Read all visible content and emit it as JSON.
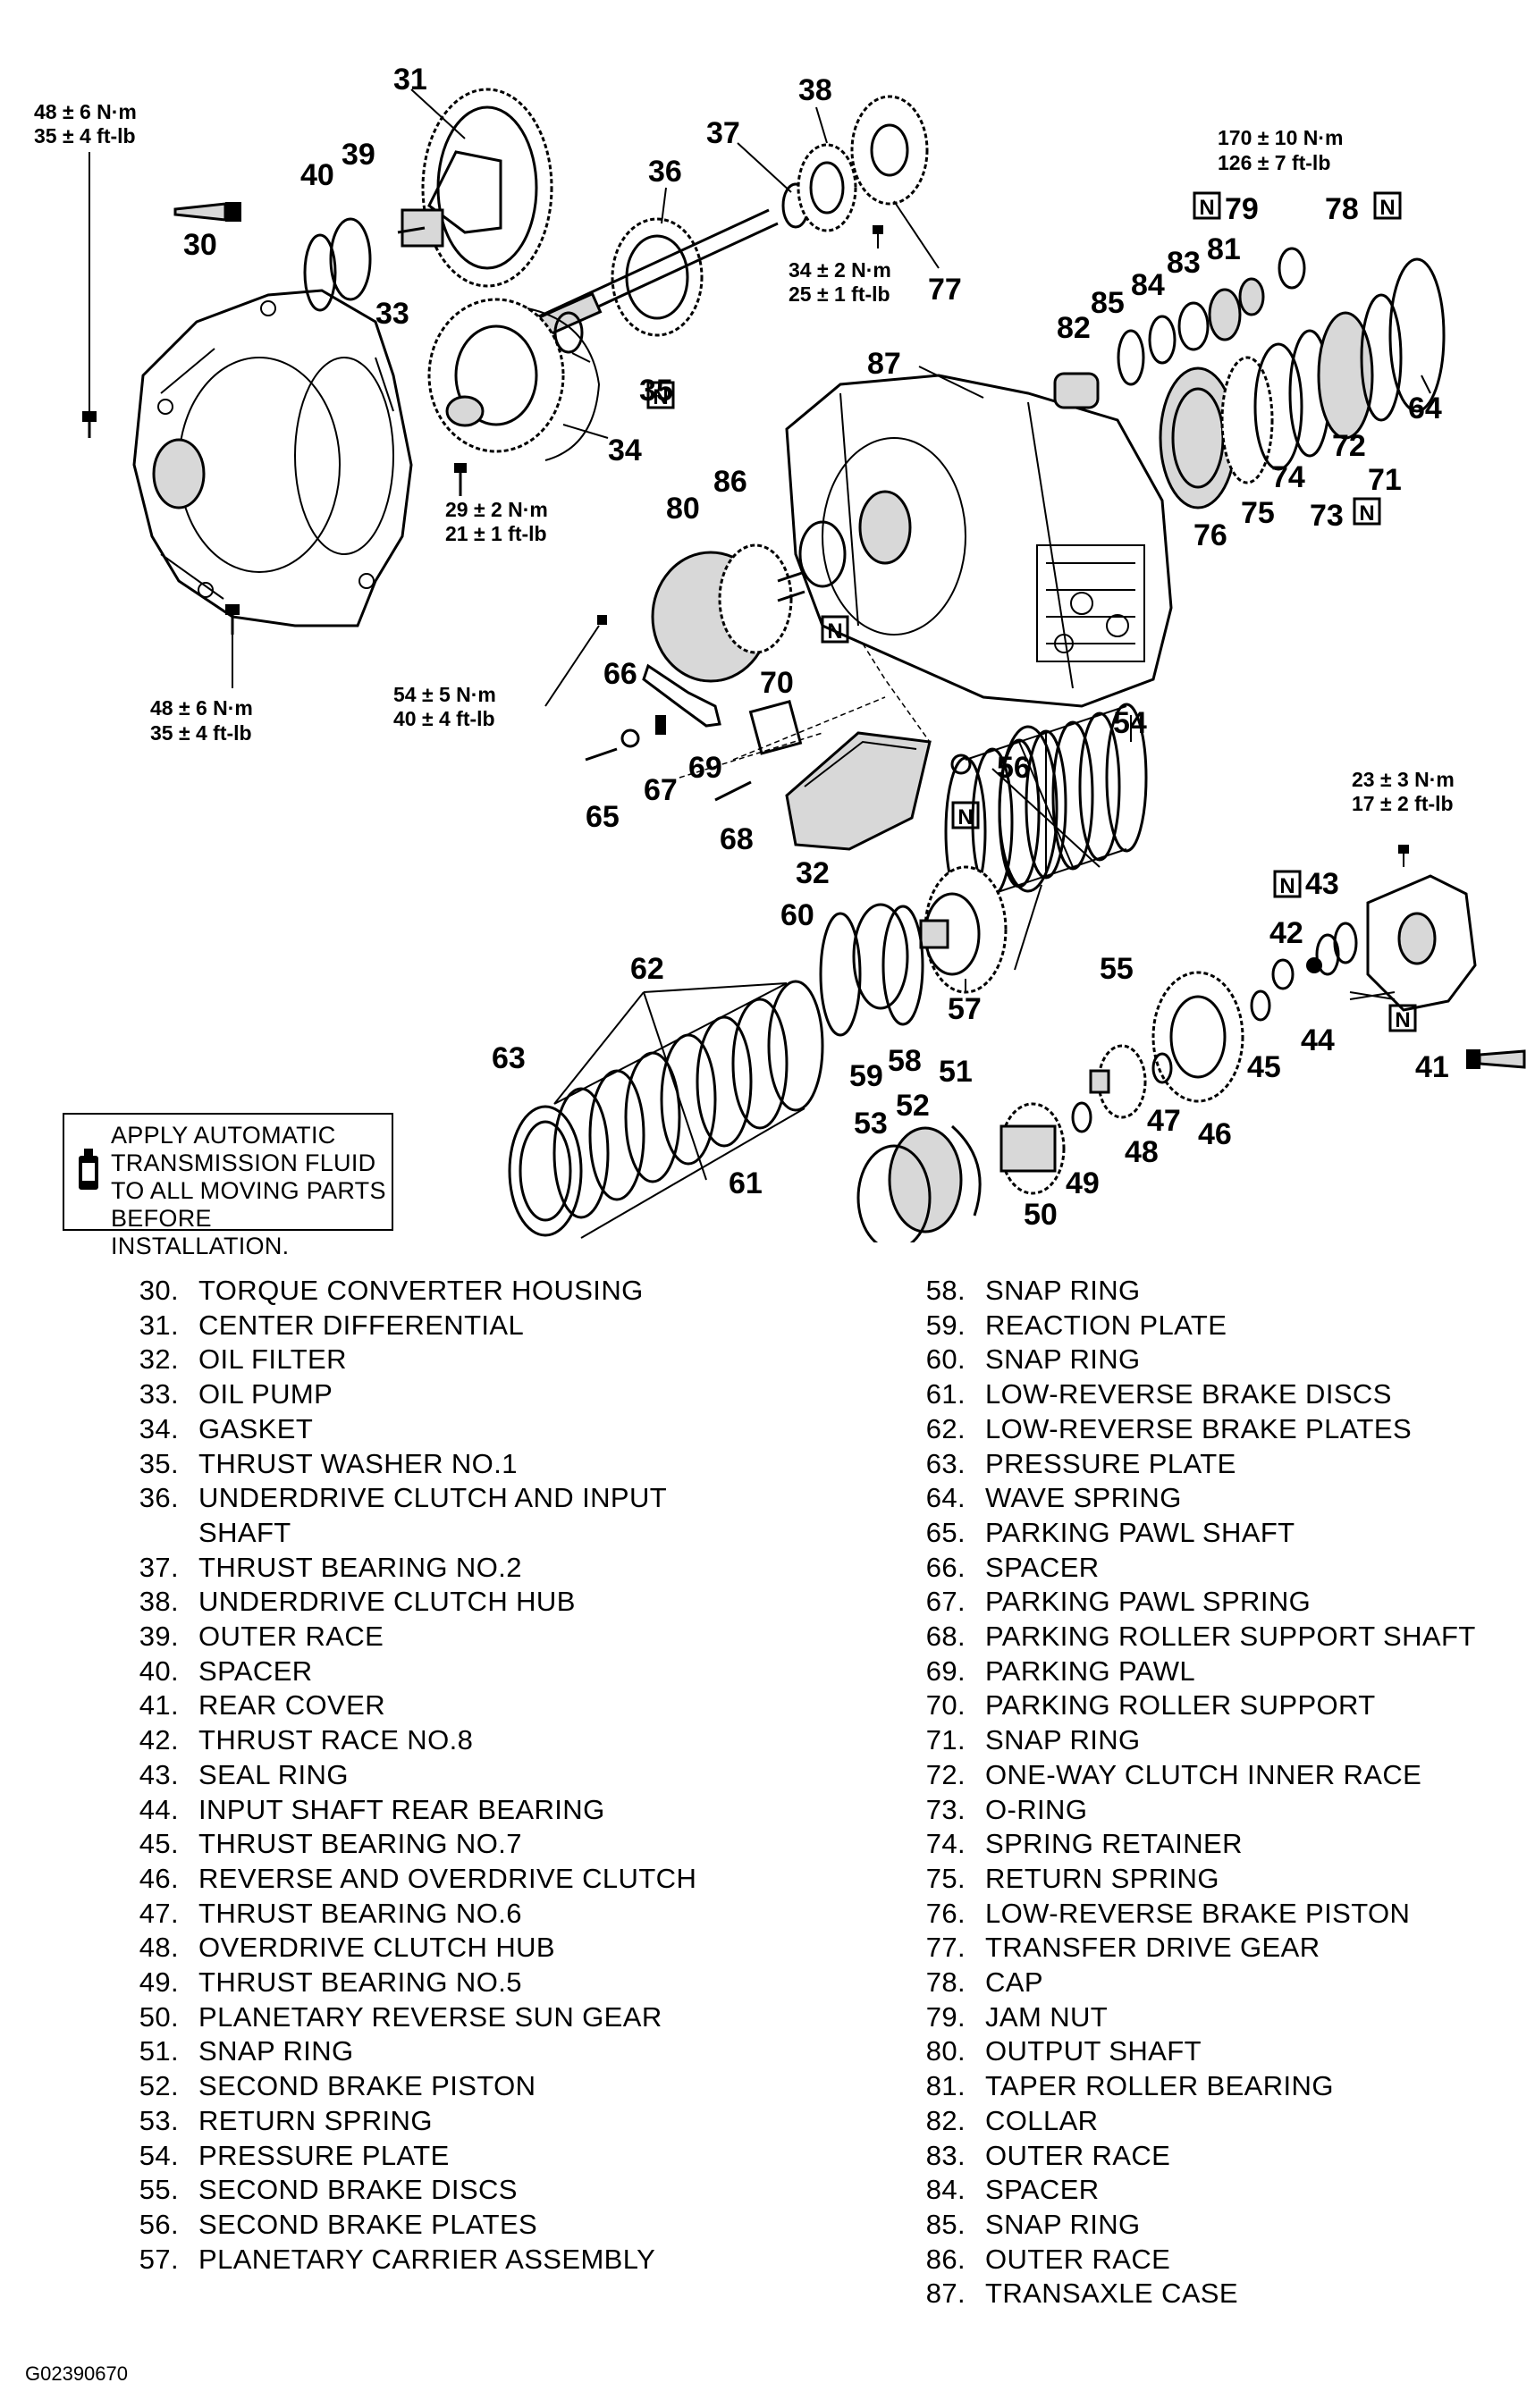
{
  "callouts": [
    {
      "id": "c31",
      "text": "31"
    },
    {
      "id": "c38",
      "text": "38"
    },
    {
      "id": "c37",
      "text": "37"
    },
    {
      "id": "c40",
      "text": "40"
    },
    {
      "id": "c39",
      "text": "39"
    },
    {
      "id": "c36",
      "text": "36"
    },
    {
      "id": "c30",
      "text": "30"
    },
    {
      "id": "c33",
      "text": "33"
    },
    {
      "id": "c35",
      "text": "35"
    },
    {
      "id": "c34",
      "text": "34"
    },
    {
      "id": "c77",
      "text": "77"
    },
    {
      "id": "c79",
      "text": "79"
    },
    {
      "id": "c78",
      "text": "78"
    },
    {
      "id": "c81",
      "text": "81"
    },
    {
      "id": "c83",
      "text": "83"
    },
    {
      "id": "c84",
      "text": "84"
    },
    {
      "id": "c85",
      "text": "85"
    },
    {
      "id": "c82",
      "text": "82"
    },
    {
      "id": "c87",
      "text": "87"
    },
    {
      "id": "c64",
      "text": "64"
    },
    {
      "id": "c72",
      "text": "72"
    },
    {
      "id": "c71",
      "text": "71"
    },
    {
      "id": "c74",
      "text": "74"
    },
    {
      "id": "c75",
      "text": "75"
    },
    {
      "id": "c73",
      "text": "73"
    },
    {
      "id": "c76",
      "text": "76"
    },
    {
      "id": "c80",
      "text": "80"
    },
    {
      "id": "c86",
      "text": "86"
    },
    {
      "id": "c66",
      "text": "66"
    },
    {
      "id": "c70",
      "text": "70"
    },
    {
      "id": "c67",
      "text": "67"
    },
    {
      "id": "c69",
      "text": "69"
    },
    {
      "id": "c65",
      "text": "65"
    },
    {
      "id": "c68",
      "text": "68"
    },
    {
      "id": "c32",
      "text": "32"
    },
    {
      "id": "c54",
      "text": "54"
    },
    {
      "id": "c56",
      "text": "56"
    },
    {
      "id": "c55",
      "text": "55"
    },
    {
      "id": "c57",
      "text": "57"
    },
    {
      "id": "c60",
      "text": "60"
    },
    {
      "id": "c62",
      "text": "62"
    },
    {
      "id": "c63",
      "text": "63"
    },
    {
      "id": "c59",
      "text": "59"
    },
    {
      "id": "c58",
      "text": "58"
    },
    {
      "id": "c61",
      "text": "61"
    },
    {
      "id": "c43",
      "text": "43"
    },
    {
      "id": "c42",
      "text": "42"
    },
    {
      "id": "c44",
      "text": "44"
    },
    {
      "id": "c45",
      "text": "45"
    },
    {
      "id": "c41",
      "text": "41"
    },
    {
      "id": "c46",
      "text": "46"
    },
    {
      "id": "c47",
      "text": "47"
    },
    {
      "id": "c48",
      "text": "48"
    },
    {
      "id": "c49",
      "text": "49"
    },
    {
      "id": "c50",
      "text": "50"
    },
    {
      "id": "c51",
      "text": "51"
    },
    {
      "id": "c52",
      "text": "52"
    },
    {
      "id": "c53",
      "text": "53"
    }
  ],
  "n_badge": "N",
  "torques": {
    "t1": [
      "48 ± 6 N·m",
      "35 ± 4 ft-lb"
    ],
    "t2": [
      "34 ± 2 N·m",
      "25 ± 1 ft-lb"
    ],
    "t3": [
      "170 ± 10 N·m",
      "126 ± 7   ft-lb"
    ],
    "t4": [
      "29 ± 2 N·m",
      "21 ± 1 ft-lb"
    ],
    "t5": [
      "48 ± 6 N·m",
      "35 ± 4 ft-lb"
    ],
    "t6": [
      "54 ± 5 N·m",
      "40 ± 4 ft-lb"
    ],
    "t7": [
      "23 ± 3 N·m",
      "17 ± 2 ft-lb"
    ]
  },
  "note": "APPLY AUTOMATIC\nTRANSMISSION FLUID\nTO ALL MOVING PARTS\nBEFORE INSTALLATION.",
  "legend_left": [
    {
      "num": "30.",
      "name": "TORQUE CONVERTER HOUSING"
    },
    {
      "num": "31.",
      "name": "CENTER DIFFERENTIAL"
    },
    {
      "num": "32.",
      "name": "OIL FILTER"
    },
    {
      "num": "33.",
      "name": "OIL PUMP"
    },
    {
      "num": "34.",
      "name": "GASKET"
    },
    {
      "num": "35.",
      "name": "THRUST WASHER NO.1"
    },
    {
      "num": "36.",
      "name": "UNDERDRIVE CLUTCH AND INPUT"
    },
    {
      "num": "",
      "name": "SHAFT"
    },
    {
      "num": "37.",
      "name": "THRUST BEARING NO.2"
    },
    {
      "num": "38.",
      "name": "UNDERDRIVE CLUTCH HUB"
    },
    {
      "num": "39.",
      "name": "OUTER RACE"
    },
    {
      "num": "40.",
      "name": "SPACER"
    },
    {
      "num": "41.",
      "name": "REAR COVER"
    },
    {
      "num": "42.",
      "name": "THRUST RACE NO.8"
    },
    {
      "num": "43.",
      "name": "SEAL RING"
    },
    {
      "num": "44.",
      "name": "INPUT SHAFT REAR BEARING"
    },
    {
      "num": "45.",
      "name": "THRUST BEARING NO.7"
    },
    {
      "num": "46.",
      "name": "REVERSE AND OVERDRIVE CLUTCH"
    },
    {
      "num": "47.",
      "name": "THRUST BEARING NO.6"
    },
    {
      "num": "48.",
      "name": "OVERDRIVE CLUTCH HUB"
    },
    {
      "num": "49.",
      "name": "THRUST BEARING NO.5"
    },
    {
      "num": "50.",
      "name": "PLANETARY REVERSE SUN GEAR"
    },
    {
      "num": "51.",
      "name": "SNAP RING"
    },
    {
      "num": "52.",
      "name": "SECOND BRAKE PISTON"
    },
    {
      "num": "53.",
      "name": "RETURN SPRING"
    },
    {
      "num": "54.",
      "name": "PRESSURE PLATE"
    },
    {
      "num": "55.",
      "name": "SECOND BRAKE DISCS"
    },
    {
      "num": "56.",
      "name": "SECOND BRAKE PLATES"
    },
    {
      "num": "57.",
      "name": "PLANETARY CARRIER ASSEMBLY"
    }
  ],
  "legend_right": [
    {
      "num": "58.",
      "name": "SNAP RING"
    },
    {
      "num": "59.",
      "name": "REACTION PLATE"
    },
    {
      "num": "60.",
      "name": "SNAP RING"
    },
    {
      "num": "61.",
      "name": "LOW-REVERSE BRAKE DISCS"
    },
    {
      "num": "62.",
      "name": "LOW-REVERSE BRAKE PLATES"
    },
    {
      "num": "63.",
      "name": "PRESSURE PLATE"
    },
    {
      "num": "64.",
      "name": "WAVE SPRING"
    },
    {
      "num": "65.",
      "name": "PARKING PAWL SHAFT"
    },
    {
      "num": "66.",
      "name": "SPACER"
    },
    {
      "num": "67.",
      "name": "PARKING PAWL SPRING"
    },
    {
      "num": "68.",
      "name": "PARKING ROLLER SUPPORT SHAFT"
    },
    {
      "num": "69.",
      "name": "PARKING PAWL"
    },
    {
      "num": "70.",
      "name": "PARKING ROLLER SUPPORT"
    },
    {
      "num": "71.",
      "name": "SNAP RING"
    },
    {
      "num": "72.",
      "name": "ONE-WAY CLUTCH INNER RACE"
    },
    {
      "num": "73.",
      "name": "O-RING"
    },
    {
      "num": "74.",
      "name": "SPRING RETAINER"
    },
    {
      "num": "75.",
      "name": "RETURN SPRING"
    },
    {
      "num": "76.",
      "name": "LOW-REVERSE BRAKE PISTON"
    },
    {
      "num": "77.",
      "name": "TRANSFER DRIVE GEAR"
    },
    {
      "num": "78.",
      "name": "CAP"
    },
    {
      "num": "79.",
      "name": "JAM NUT"
    },
    {
      "num": "80.",
      "name": "OUTPUT SHAFT"
    },
    {
      "num": "81.",
      "name": "TAPER ROLLER BEARING"
    },
    {
      "num": "82.",
      "name": "COLLAR"
    },
    {
      "num": "83.",
      "name": "OUTER RACE"
    },
    {
      "num": "84.",
      "name": "SPACER"
    },
    {
      "num": "85.",
      "name": "SNAP RING"
    },
    {
      "num": "86.",
      "name": "OUTER RACE"
    },
    {
      "num": "87.",
      "name": "TRANSAXLE CASE"
    }
  ],
  "figure_id": "G02390670"
}
